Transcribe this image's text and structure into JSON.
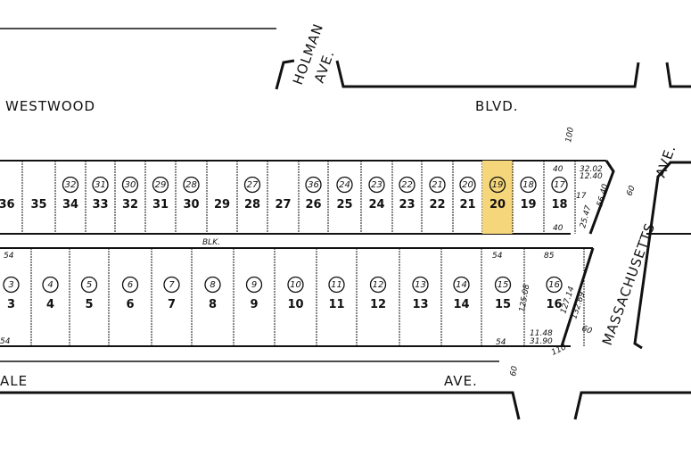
{
  "streets": {
    "westwood": "WESTWOOD",
    "blvd": "BLVD.",
    "holman": "HOLMAN",
    "holman_ave": "AVE.",
    "massachusetts": "MASSACHUSETTS",
    "mass_ave": "AVE.",
    "ale": "ALE",
    "ale_ave": "AVE."
  },
  "block_label": "BLK.",
  "highlight_color": "#f5d67a",
  "highlighted_lot": "20",
  "top_row": [
    {
      "lot": "36",
      "circle": ""
    },
    {
      "lot": "35",
      "circle": ""
    },
    {
      "lot": "34",
      "circle": "32"
    },
    {
      "lot": "33",
      "circle": "31"
    },
    {
      "lot": "32",
      "circle": "30"
    },
    {
      "lot": "31",
      "circle": "29"
    },
    {
      "lot": "30",
      "circle": "28"
    },
    {
      "lot": "29",
      "circle": ""
    },
    {
      "lot": "28",
      "circle": "27"
    },
    {
      "lot": "27",
      "circle": ""
    },
    {
      "lot": "26",
      "circle": "36"
    },
    {
      "lot": "25",
      "circle": "24"
    },
    {
      "lot": "24",
      "circle": "23"
    },
    {
      "lot": "23",
      "circle": "22"
    },
    {
      "lot": "22",
      "circle": "21"
    },
    {
      "lot": "21",
      "circle": "20"
    },
    {
      "lot": "20",
      "circle": "19"
    },
    {
      "lot": "19",
      "circle": "18"
    },
    {
      "lot": "18",
      "circle": "17"
    }
  ],
  "bottom_row": [
    {
      "lot": "3",
      "circle": "3"
    },
    {
      "lot": "4",
      "circle": "4"
    },
    {
      "lot": "5",
      "circle": "5"
    },
    {
      "lot": "6",
      "circle": "6"
    },
    {
      "lot": "7",
      "circle": "7"
    },
    {
      "lot": "8",
      "circle": "8"
    },
    {
      "lot": "9",
      "circle": "9"
    },
    {
      "lot": "10",
      "circle": "10"
    },
    {
      "lot": "11",
      "circle": "11"
    },
    {
      "lot": "12",
      "circle": "12"
    },
    {
      "lot": "13",
      "circle": "13"
    },
    {
      "lot": "14",
      "circle": "14"
    },
    {
      "lot": "15",
      "circle": "15"
    },
    {
      "lot": "16",
      "circle": "16"
    }
  ],
  "dimensions": {
    "d100": "100",
    "d40a": "40",
    "d40b": "40",
    "d3202": "32.02",
    "d1240": "12.40",
    "d5640": "56.40",
    "d2547": "25.47",
    "d60a": "60",
    "d60b": "60",
    "d60c": "60",
    "d54a": "54",
    "d54b": "54",
    "d54c": "54",
    "d85": "85",
    "d12508": "125.08",
    "d12714": "127.14",
    "d13269": "132.69",
    "d1148": "11.48",
    "d3190": "31.90",
    "d110": "110",
    "d17": "17"
  }
}
